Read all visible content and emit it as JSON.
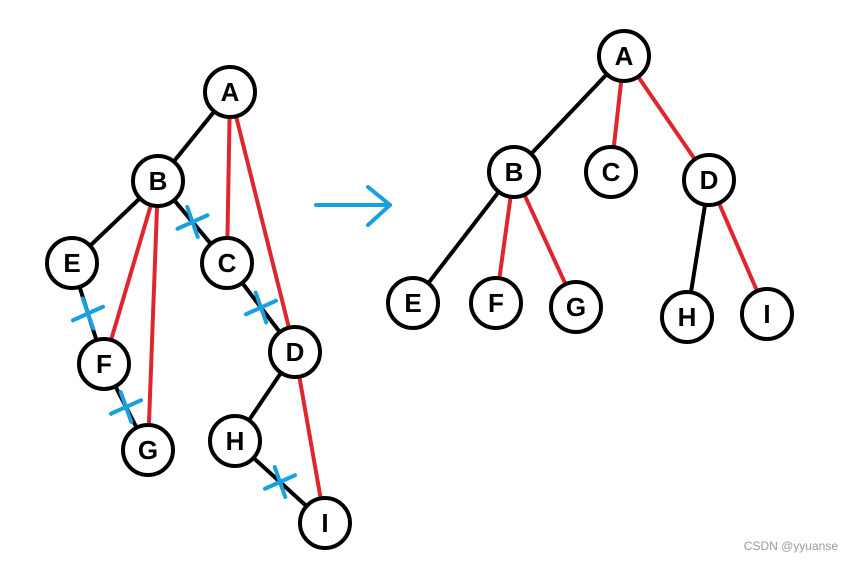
{
  "colors": {
    "black_edge": "#000000",
    "red_edge": "#e0262d",
    "cross": "#1aa0e0",
    "arrow": "#1aa0e0"
  },
  "left_tree": {
    "nodes": [
      {
        "id": "A",
        "label": "A"
      },
      {
        "id": "B",
        "label": "B"
      },
      {
        "id": "C",
        "label": "C"
      },
      {
        "id": "D",
        "label": "D"
      },
      {
        "id": "E",
        "label": "E"
      },
      {
        "id": "F",
        "label": "F"
      },
      {
        "id": "G",
        "label": "G"
      },
      {
        "id": "H",
        "label": "H"
      },
      {
        "id": "I",
        "label": "I"
      }
    ],
    "edges": [
      {
        "from": "A",
        "to": "B",
        "color": "black"
      },
      {
        "from": "B",
        "to": "E",
        "color": "black"
      },
      {
        "from": "B",
        "to": "C",
        "color": "black",
        "crossed": true
      },
      {
        "from": "E",
        "to": "F",
        "color": "black",
        "crossed": true
      },
      {
        "from": "F",
        "to": "G",
        "color": "black",
        "crossed": true
      },
      {
        "from": "C",
        "to": "D",
        "color": "black",
        "crossed": true
      },
      {
        "from": "D",
        "to": "H",
        "color": "black"
      },
      {
        "from": "H",
        "to": "I",
        "color": "black",
        "crossed": true
      },
      {
        "from": "A",
        "to": "C",
        "color": "red"
      },
      {
        "from": "A",
        "to": "D",
        "color": "red"
      },
      {
        "from": "B",
        "to": "F",
        "color": "red"
      },
      {
        "from": "B",
        "to": "G",
        "color": "red"
      },
      {
        "from": "D",
        "to": "I",
        "color": "red"
      }
    ]
  },
  "right_tree": {
    "nodes": [
      {
        "id": "A",
        "label": "A"
      },
      {
        "id": "B",
        "label": "B"
      },
      {
        "id": "C",
        "label": "C"
      },
      {
        "id": "D",
        "label": "D"
      },
      {
        "id": "E",
        "label": "E"
      },
      {
        "id": "F",
        "label": "F"
      },
      {
        "id": "G",
        "label": "G"
      },
      {
        "id": "H",
        "label": "H"
      },
      {
        "id": "I",
        "label": "I"
      }
    ],
    "edges": [
      {
        "from": "A",
        "to": "B",
        "color": "black"
      },
      {
        "from": "A",
        "to": "C",
        "color": "red"
      },
      {
        "from": "A",
        "to": "D",
        "color": "red"
      },
      {
        "from": "B",
        "to": "E",
        "color": "black"
      },
      {
        "from": "B",
        "to": "F",
        "color": "red"
      },
      {
        "from": "B",
        "to": "G",
        "color": "red"
      },
      {
        "from": "D",
        "to": "H",
        "color": "black"
      },
      {
        "from": "D",
        "to": "I",
        "color": "red"
      }
    ]
  },
  "watermark": "CSDN @yyuanse"
}
